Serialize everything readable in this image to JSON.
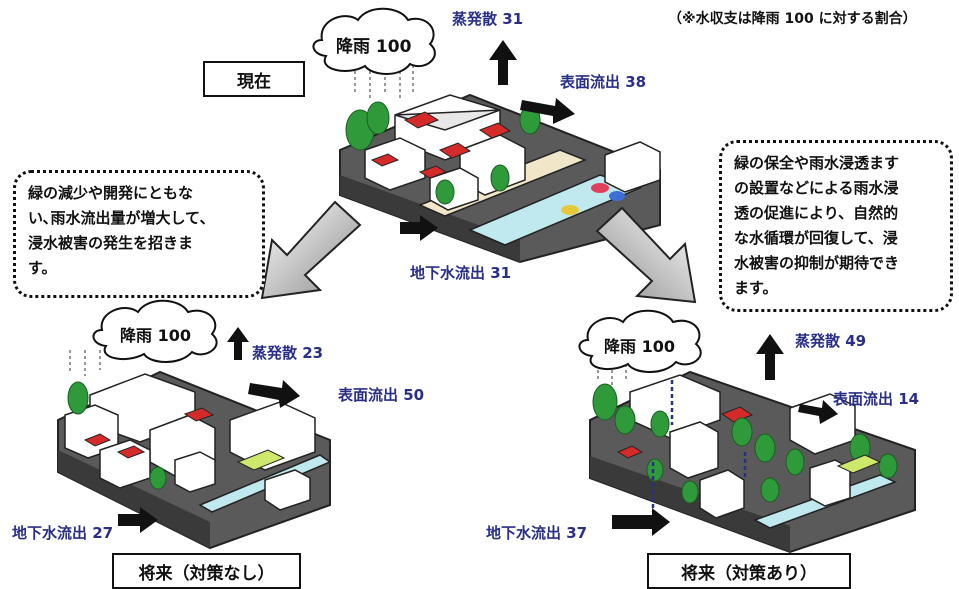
{
  "note": "（※水収支は降雨 100 に対する割合）",
  "current": {
    "label": "現在",
    "rain": "降雨 100",
    "evaporation": "蒸発散 31",
    "surface_runoff": "表面流出 38",
    "groundwater": "地下水流出 31"
  },
  "future_no_measures": {
    "label": "将来（対策なし）",
    "rain": "降雨 100",
    "evaporation": "蒸発散 23",
    "surface_runoff": "表面流出 50",
    "groundwater": "地下水流出 27",
    "callout": "緑の減少や開発にともな\nい､雨水流出量が増大して､\n浸水被害の発生を招きま\nす。"
  },
  "future_with_measures": {
    "label": "将来（対策あり）",
    "rain": "降雨 100",
    "evaporation": "蒸発散 49",
    "surface_runoff": "表面流出 14",
    "groundwater": "地下水流出 37",
    "callout": "緑の保全や雨水浸透ます\nの設置などによる雨水浸\n透の促進により、自然的\nな水循環が回復して、浸\n水被害の抑制が期待でき\nます。"
  },
  "colors": {
    "label_blue": "#2a2f86",
    "roof_red": "#d42a2a",
    "tree_green": "#2e9a3a",
    "water_cyan": "#bfe9ee",
    "ground_gray": "#4a4a4a"
  }
}
